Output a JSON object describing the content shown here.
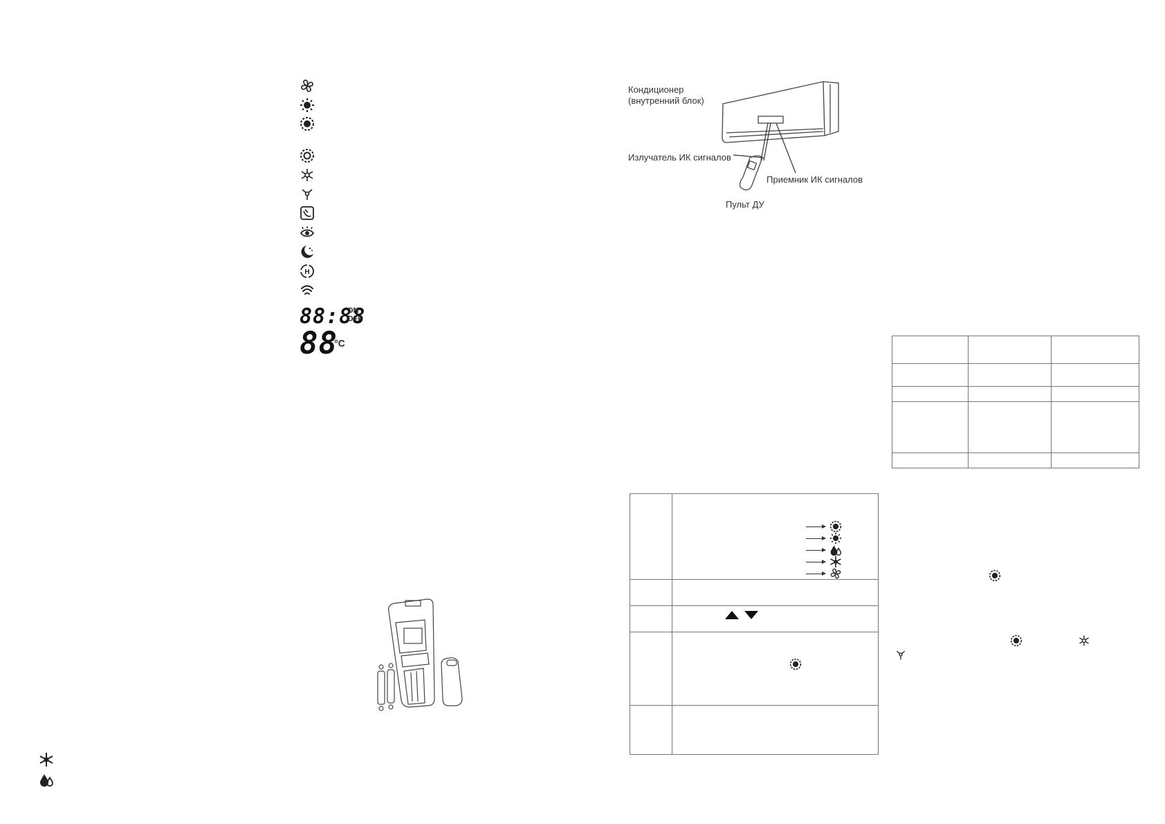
{
  "diagram": {
    "label_unit_line1": "Кондиционер",
    "label_unit_line2": "(внутренний блок)",
    "label_emitter": "Излучатель ИК сигналов",
    "label_receiver": "Приемник ИК сигналов",
    "label_remote": "Пульт ДУ"
  },
  "display": {
    "timer_digits": "88:88",
    "timer_on": "ON",
    "timer_off": "OFF",
    "temp_digits": "88",
    "temp_unit": "°C"
  },
  "icons": {
    "fan": "fan-icon",
    "heat": "sun-icon",
    "auto": "auto-mode-icon",
    "swing": "swing-icon",
    "dry": "drop-icon",
    "cool": "snowflake-icon",
    "sleep": "moon-icon",
    "eye": "eye-icon",
    "health": "h-icon",
    "signal": "signal-icon"
  },
  "colors": {
    "ink": "#222222",
    "lines": "#777777"
  }
}
